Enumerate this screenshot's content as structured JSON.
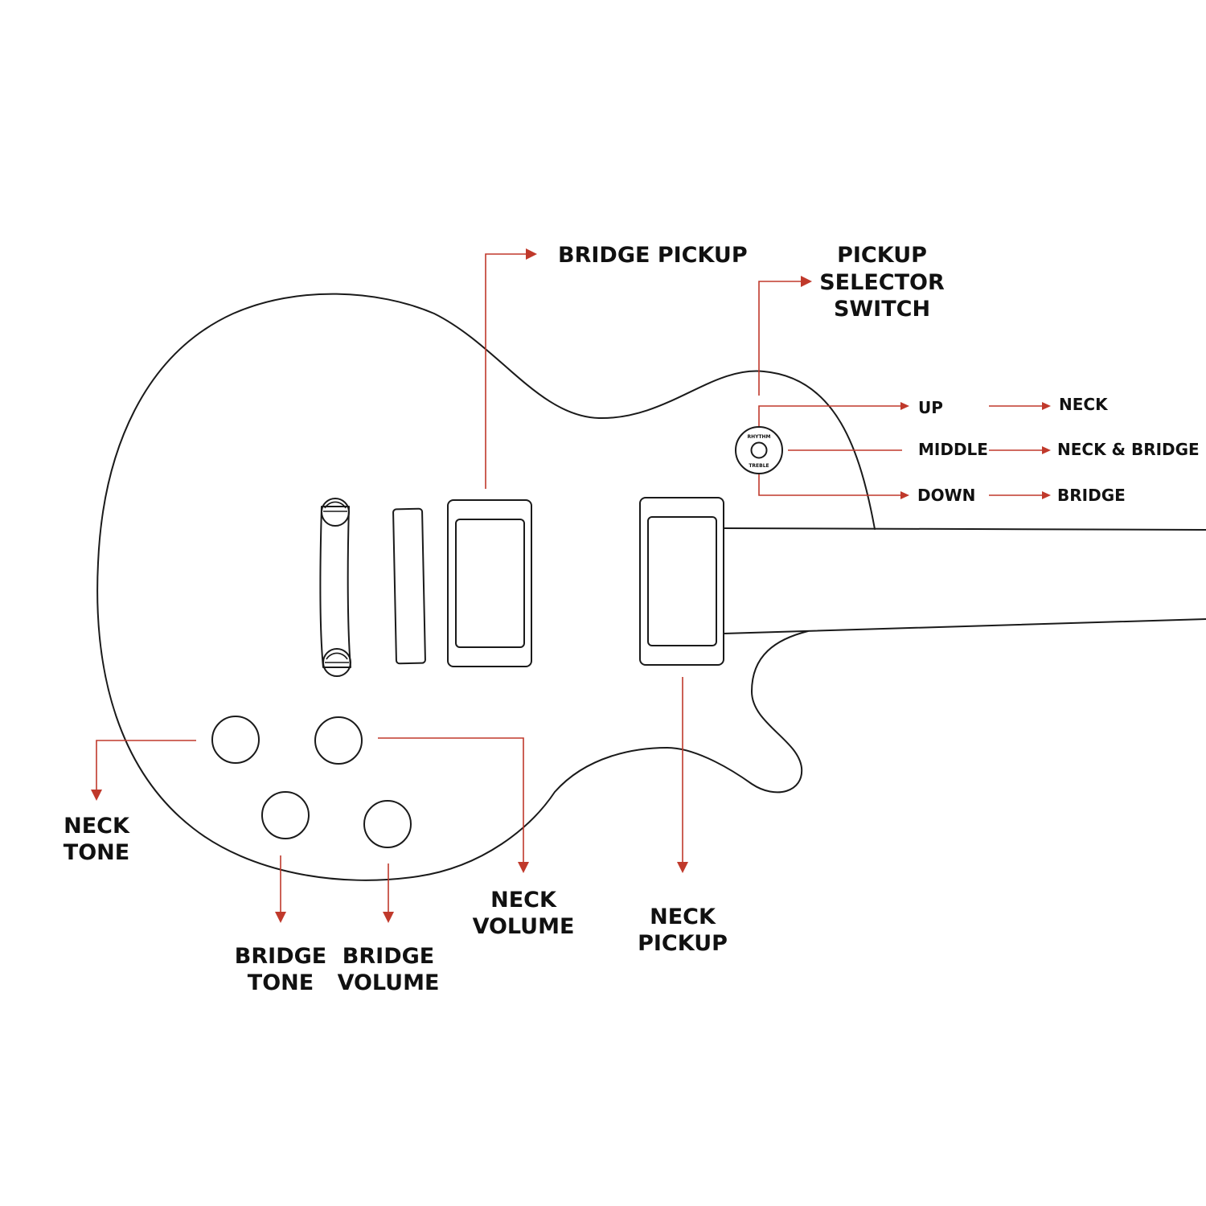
{
  "colors": {
    "outline": "#1a1a1a",
    "leader": "#c0392b",
    "text": "#111111",
    "background": "#ffffff"
  },
  "labels": {
    "bridge_pickup": "BRIDGE PICKUP",
    "pickup_selector_switch": [
      "PICKUP",
      "SELECTOR",
      "SWITCH"
    ],
    "neck_tone": [
      "NECK",
      "TONE"
    ],
    "bridge_tone": [
      "BRIDGE",
      "TONE"
    ],
    "bridge_volume": [
      "BRIDGE",
      "VOLUME"
    ],
    "neck_volume": [
      "NECK",
      "VOLUME"
    ],
    "neck_pickup": [
      "NECK",
      "PICKUP"
    ]
  },
  "switch": {
    "ring_top": "RHYTHM",
    "ring_bottom": "TREBLE",
    "positions": [
      {
        "position": "UP",
        "result": "NECK"
      },
      {
        "position": "MIDDLE",
        "result": "NECK & BRIDGE"
      },
      {
        "position": "DOWN",
        "result": "BRIDGE"
      }
    ]
  }
}
